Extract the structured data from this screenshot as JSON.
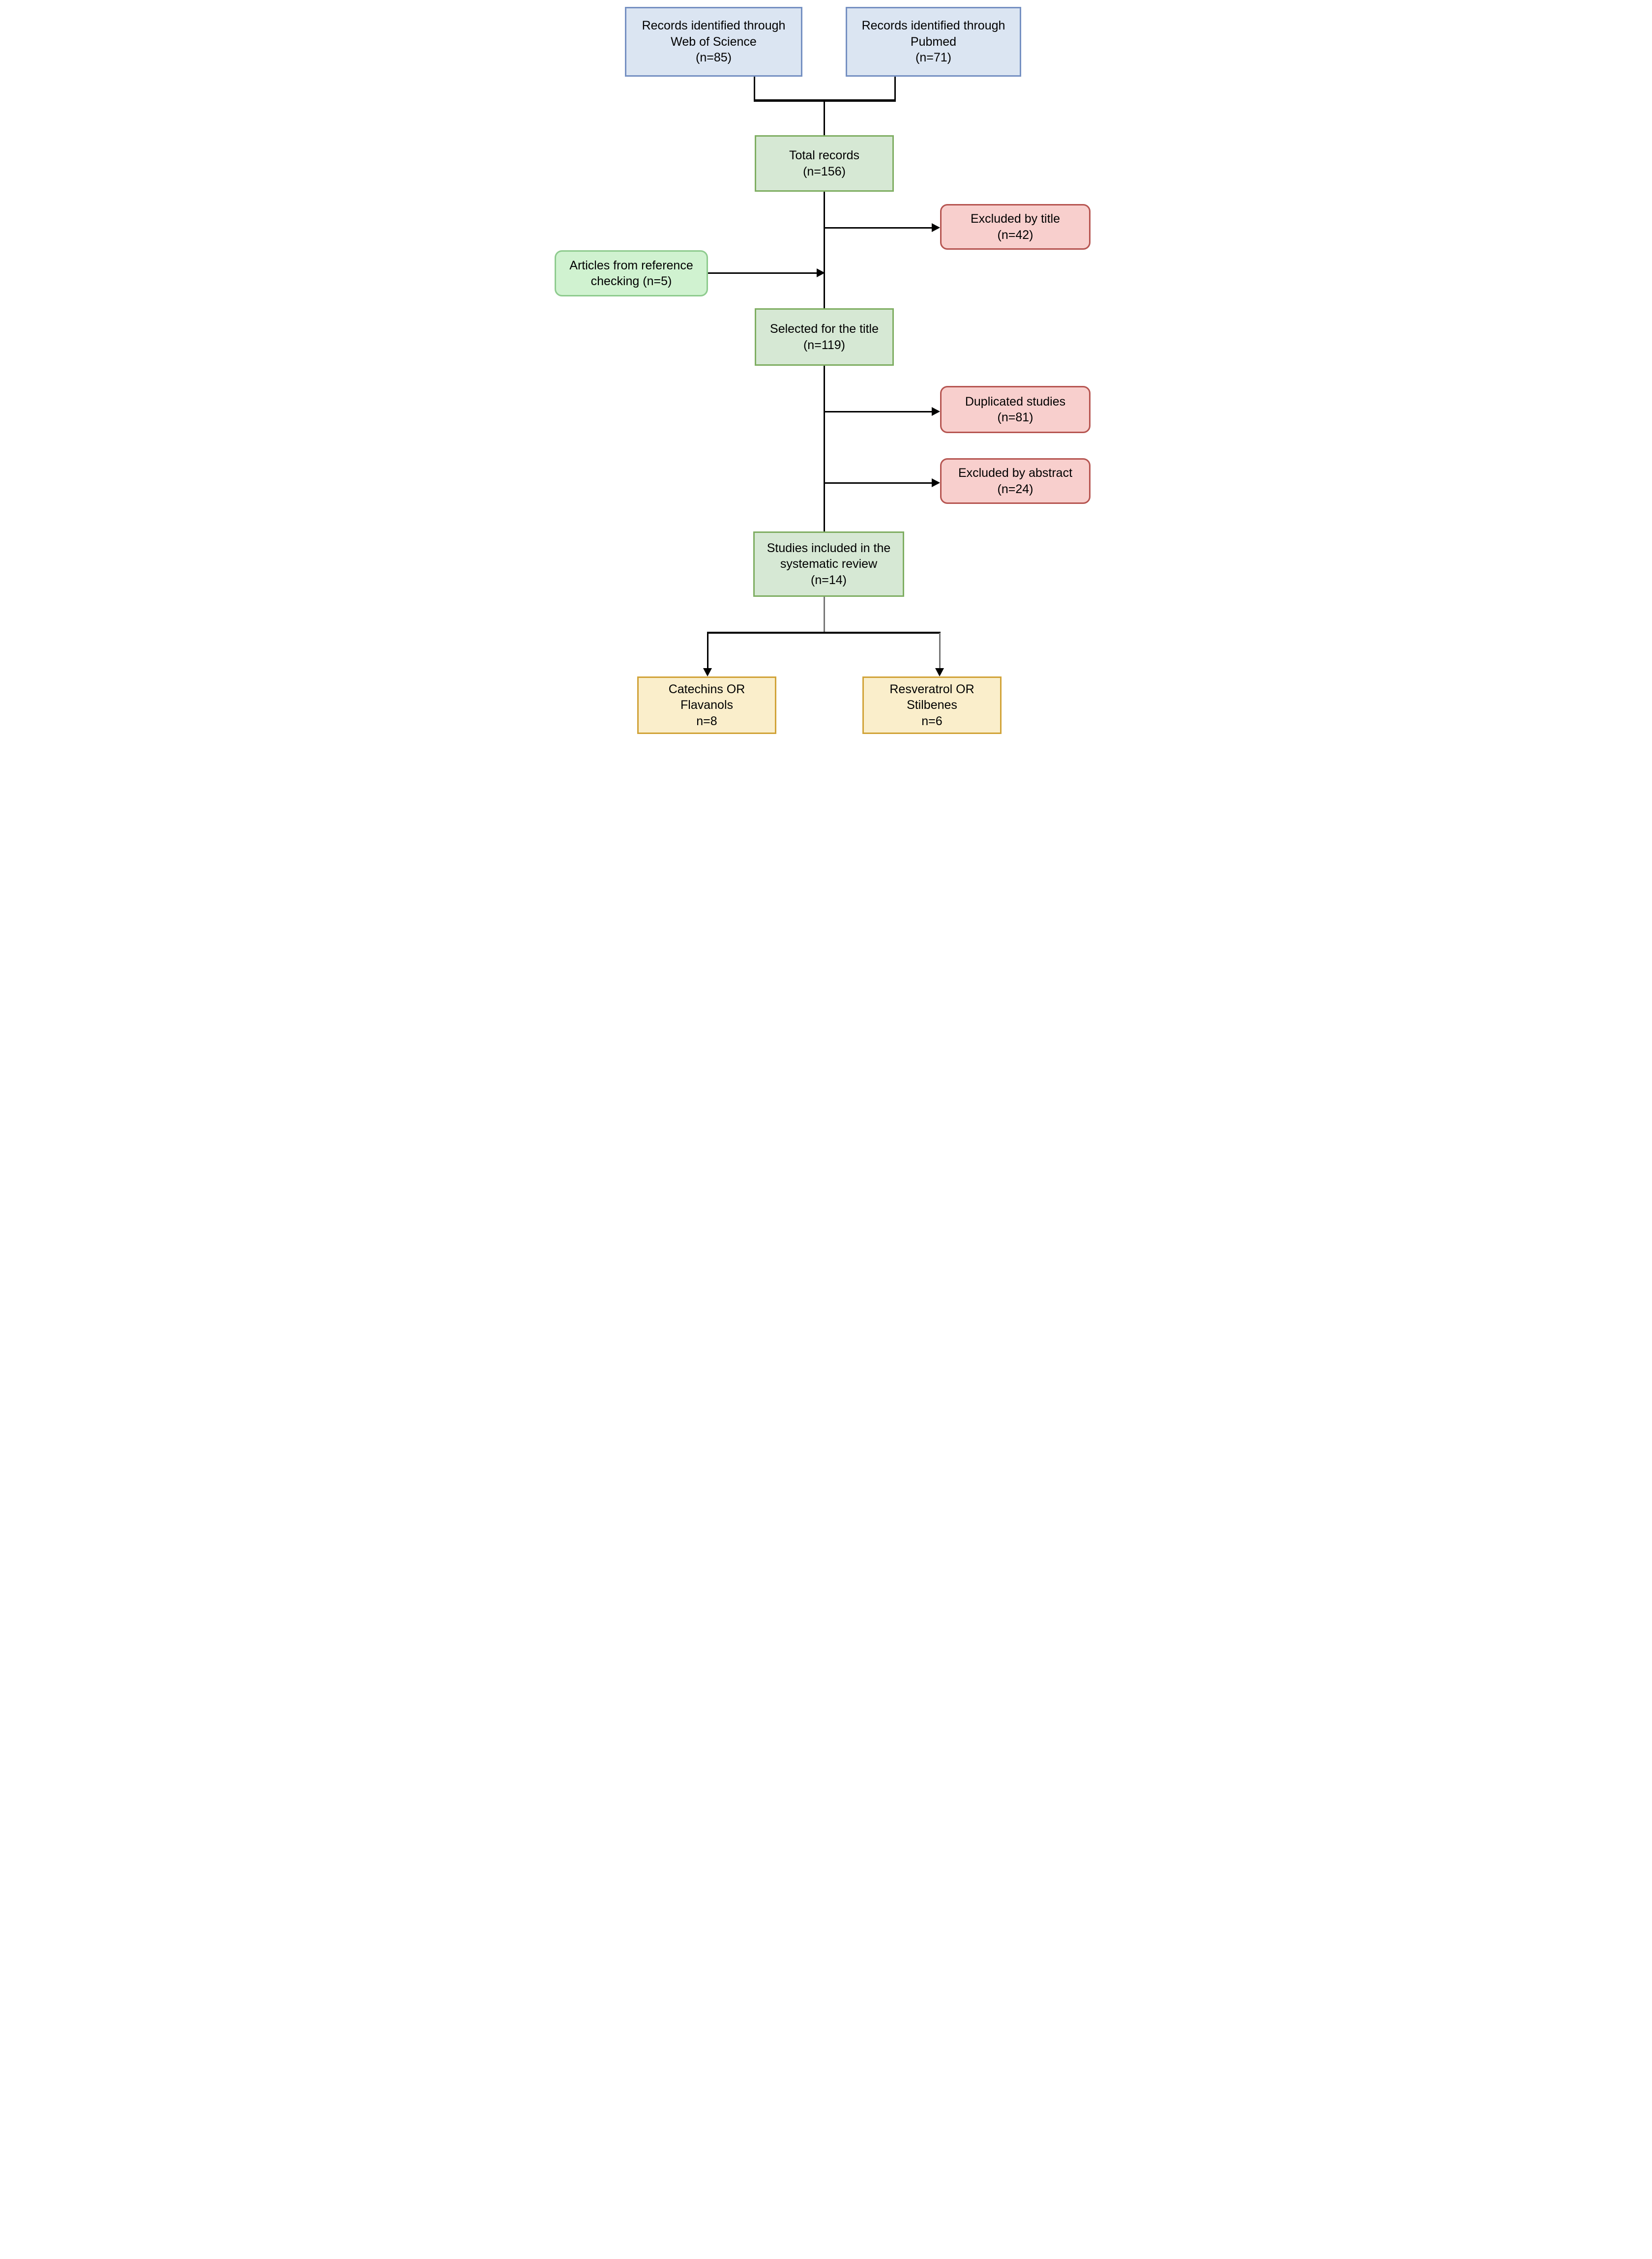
{
  "diagram": {
    "type": "flowchart",
    "palette": {
      "blue_fill": "#dbe5f2",
      "blue_border": "#7590c2",
      "green_fill": "#d6e8d4",
      "green_border": "#7fae62",
      "red_fill": "#f8cfcd",
      "red_border": "#b65551",
      "mint_fill": "#d0f2d0",
      "mint_border": "#8ecb8e",
      "yellow_fill": "#faeecb",
      "yellow_border": "#d1a338",
      "line": "#000000",
      "gray_line": "#757575"
    },
    "nodes": {
      "web_of_science": {
        "label": "Records identified through\nWeb of Science\n(n=85)",
        "n": 85
      },
      "pubmed": {
        "label": "Records identified through\nPubmed\n(n=71)",
        "n": 71
      },
      "total_records": {
        "label": "Total records\n(n=156)",
        "n": 156
      },
      "excluded_title": {
        "label": "Excluded by title\n(n=42)",
        "n": 42
      },
      "reference_checking": {
        "label": "Articles from reference\nchecking (n=5)",
        "n": 5
      },
      "selected_title": {
        "label": "Selected for the title\n(n=119)",
        "n": 119
      },
      "duplicated": {
        "label": "Duplicated studies\n(n=81)",
        "n": 81
      },
      "excluded_abstract": {
        "label": "Excluded by abstract\n(n=24)",
        "n": 24
      },
      "included": {
        "label": "Studies included in the\nsystematic review\n(n=14)",
        "n": 14
      },
      "catechins": {
        "label": "Catechins OR\nFlavanols\nn=8",
        "n": 8
      },
      "resveratrol": {
        "label": "Resveratrol OR\nStilbenes\nn=6",
        "n": 6
      }
    }
  }
}
